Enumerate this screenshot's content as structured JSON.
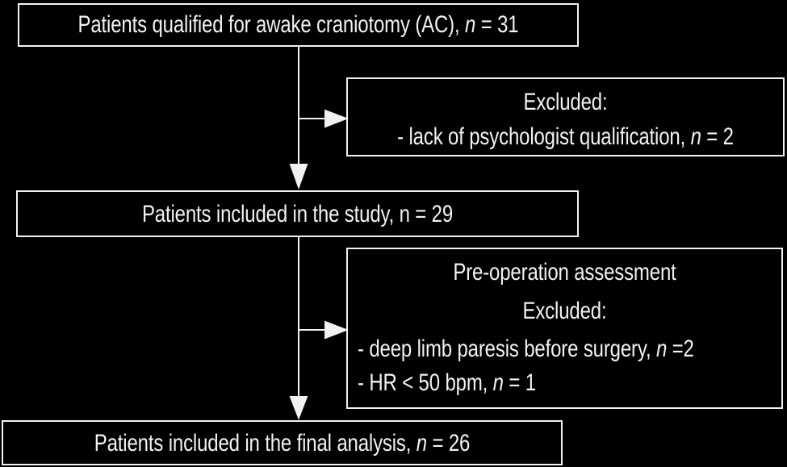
{
  "flow": {
    "box1": {
      "text": "Patients qualified for awake craniotomy (AC), ",
      "n_label": "n",
      "value": " = 31"
    },
    "excl1": {
      "heading": "Excluded:",
      "item1": {
        "text": " - lack of psychologist qualification, ",
        "n_label": "n",
        "value": " = 2"
      }
    },
    "box2": {
      "text": "Patients included in the study, n = 29"
    },
    "excl2": {
      "heading": "Pre-operation assessment",
      "subheading": "Excluded:",
      "item1": {
        "text": "- deep limb paresis before surgery, ",
        "n_label": "n",
        "value": " =2"
      },
      "item2": {
        "text": "- HR < 50 bpm, ",
        "n_label": "n",
        "value": " = 1"
      }
    },
    "box3": {
      "text": "Patients included in the final analysis, ",
      "n_label": "n",
      "value": " = 26"
    }
  },
  "colors": {
    "background": "#000000",
    "foreground": "#f2f2f2"
  }
}
